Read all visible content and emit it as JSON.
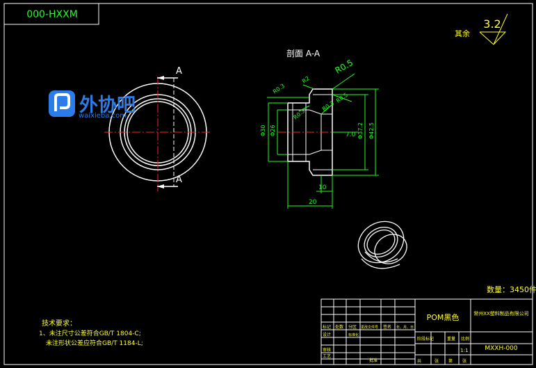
{
  "title_block_code": "000-HXXM",
  "roughness": {
    "label": "其余",
    "value": "3.2"
  },
  "section_title": "剖面 A-A",
  "section_marks": {
    "top": "A",
    "bottom": "A"
  },
  "watermark": {
    "brand": "外协吧",
    "url": "waixieba.com"
  },
  "dimensions": {
    "r05": "R0.5",
    "r05_right": "R0.5",
    "r03_top": "R0.3",
    "r2": "R2",
    "r03_mid": "R0.3",
    "r03_inner": "R0.3",
    "phi30": "Φ30",
    "phi26": "Φ26",
    "phi372": "Φ37.2",
    "phi425": "Φ42.5",
    "d70": "7.0",
    "d10": "10",
    "d20": "20"
  },
  "quantity": "数量：3450件",
  "tech_requirements": {
    "heading": "技术要求：",
    "line1": "1、未注尺寸公差符合GB/T 1804-C;",
    "line2": "未注形状公差应符合GB/T 1184-L;"
  },
  "title_block": {
    "material": "POM黑色",
    "company": "常州XX塑料制品有限公司",
    "drawing_no": "MXXH-000",
    "scale": "1:1",
    "labels": [
      "标记",
      "处数",
      "分区",
      "更改文件号",
      "签名",
      "年、月、日"
    ],
    "labels2": [
      "设计",
      "标准化",
      "阶段标记",
      "重量",
      "比例"
    ],
    "labels3": [
      "审核",
      "工艺",
      "批准",
      "共",
      "张",
      "第",
      "张"
    ]
  }
}
